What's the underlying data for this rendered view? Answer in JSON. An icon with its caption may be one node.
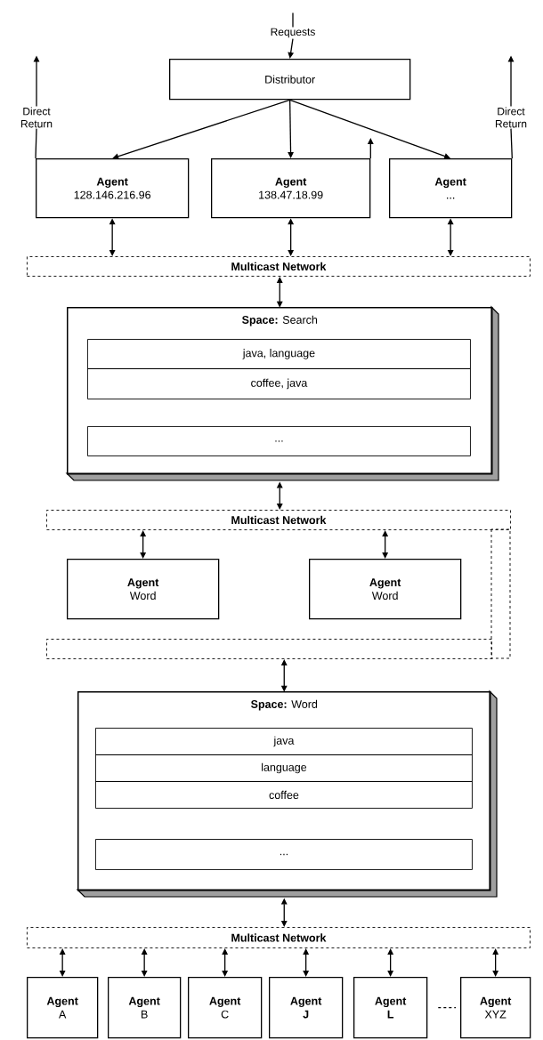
{
  "diagram": {
    "nodes": [
      {
        "text": [
          "Requests"
        ]
      },
      {
        "text": [
          "Distributor"
        ]
      },
      {
        "text": [
          "Agent",
          "128.146.216.96"
        ]
      },
      {
        "text": [
          "Agent",
          "138.47.18.99"
        ]
      },
      {
        "text": [
          "Agent",
          "..."
        ]
      },
      {
        "text": [
          "Direct Return"
        ]
      },
      {
        "text": [
          "Direct Return"
        ]
      },
      {
        "text": [
          "Multicast Network"
        ]
      },
      {
        "text": [
          "**Space:** Search"
        ]
      },
      {
        "text": [
          "java, language"
        ],
        "in": 8
      },
      {
        "text": [
          "coffee, java"
        ],
        "in": 8
      },
      {
        "text": [
          "..."
        ],
        "in": 8
      },
      {
        "text": [
          "Multicast Network"
        ]
      },
      {
        "text": [
          "Agent",
          "Word"
        ]
      },
      {
        "text": [
          "Agent",
          "Word"
        ]
      },
      {
        "text": [],
        "shape": "box"
      },
      {
        "text": [
          "**Space:** Word"
        ]
      },
      {
        "text": [
          "java"
        ],
        "in": 16
      },
      {
        "text": [
          "language"
        ],
        "in": 16
      },
      {
        "text": [
          "coffee"
        ],
        "in": 16
      },
      {
        "text": [
          "..."
        ],
        "in": 16
      },
      {
        "text": [
          "Multicast Network"
        ]
      },
      {
        "text": [
          "Agent",
          "A"
        ]
      },
      {
        "text": [
          "Agent",
          "B"
        ]
      },
      {
        "text": [
          "Agent",
          "C"
        ]
      },
      {
        "text": [
          "Agent",
          "**J**"
        ]
      },
      {
        "text": [
          "Agent",
          "**L**"
        ]
      },
      {
        "text": [
          "Agent",
          "XYZ"
        ]
      }
    ],
    "edges": [
      {
        "from": null,
        "to": 0,
        "arrow": "none"
      },
      {
        "from": 0,
        "to": 1,
        "arrow": "to"
      },
      {
        "from": 1,
        "to": 2,
        "arrow": "to"
      },
      {
        "from": 1,
        "to": 3,
        "arrow": "to"
      },
      {
        "from": 1,
        "to": 4,
        "arrow": "to"
      },
      {
        "from": 2,
        "to": 5,
        "arrow": "none"
      },
      {
        "from": 5,
        "to": null,
        "arrow": "to"
      },
      {
        "from": 3,
        "to": null,
        "arrow": "to"
      },
      {
        "from": 4,
        "to": 6,
        "arrow": "none"
      },
      {
        "from": 6,
        "to": null,
        "arrow": "to"
      },
      {
        "from": 2,
        "to": 7,
        "arrow": "both"
      },
      {
        "from": 3,
        "to": 7,
        "arrow": "both"
      },
      {
        "from": 4,
        "to": 7,
        "arrow": "both"
      },
      {
        "from": 8,
        "to": 7,
        "arrow": "both"
      },
      {
        "from": 8,
        "to": 12,
        "arrow": "both"
      },
      {
        "from": 12,
        "to": 13,
        "arrow": "both"
      },
      {
        "from": 12,
        "to": 14,
        "arrow": "both"
      },
      {
        "from": 16,
        "to": 15,
        "arrow": "both"
      },
      {
        "from": 16,
        "to": 21,
        "arrow": "both"
      },
      {
        "from": 21,
        "to": 22,
        "arrow": "both"
      },
      {
        "from": 21,
        "to": 23,
        "arrow": "both"
      },
      {
        "from": 21,
        "to": 24,
        "arrow": "both"
      },
      {
        "from": 21,
        "to": 25,
        "arrow": "both"
      },
      {
        "from": 21,
        "to": 26,
        "arrow": "both"
      },
      {
        "from": 21,
        "to": 27,
        "arrow": "both"
      },
      {
        "from": 26,
        "to": 27,
        "arrow": "none",
        "style": "dashed"
      }
    ]
  }
}
